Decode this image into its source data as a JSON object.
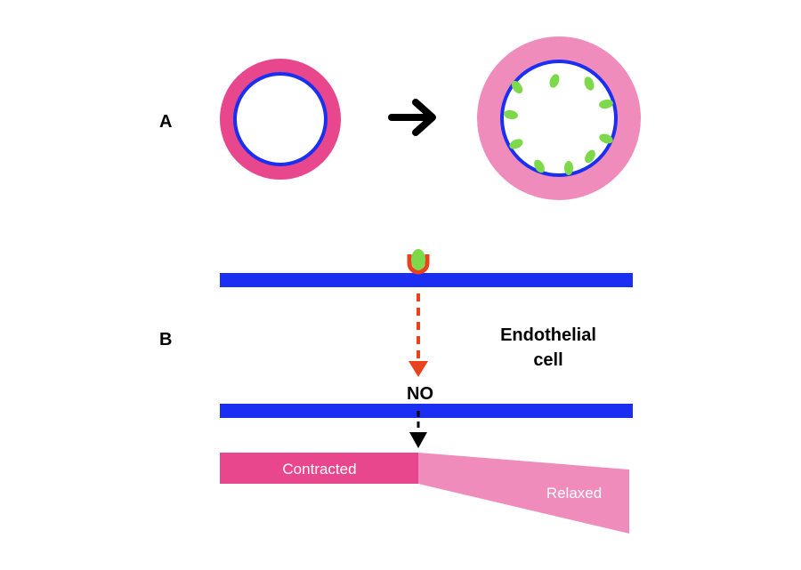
{
  "panels": {
    "a": {
      "label": "A"
    },
    "b": {
      "label": "B"
    }
  },
  "labels": {
    "endothelial_line1": "Endothelial",
    "endothelial_line2": "cell",
    "no": "NO",
    "contracted": "Contracted",
    "relaxed": "Relaxed"
  },
  "colors": {
    "vessel_wall": "#e8478e",
    "relaxed_wall": "#ef8cbc",
    "membrane": "#1a2ff2",
    "receptor": "#e8421e",
    "ligand": "#7ed94a",
    "no_arrow": "#e8421e",
    "arrow": "#000000"
  },
  "icons": {
    "transition_arrow": "right-arrow-icon",
    "receptor": "receptor-icon",
    "ligand": "ligand-icon"
  }
}
